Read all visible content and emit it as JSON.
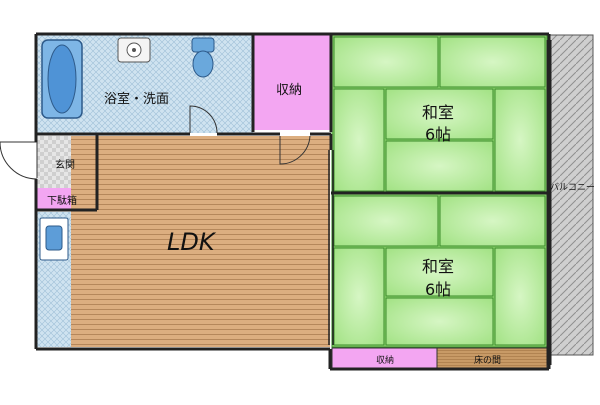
{
  "rooms": {
    "bath": "浴室・洗面",
    "storage_top": "収納",
    "washitsu1": {
      "name": "和室",
      "size": "6帖"
    },
    "washitsu2": {
      "name": "和室",
      "size": "6帖"
    },
    "entrance": "玄関",
    "shoe_box": "下駄箱",
    "ldk": "LDK",
    "storage_bottom": "収納",
    "tokonoma": "床の間",
    "balcony": "バルコニー"
  },
  "colors": {
    "tatami": "#a8e58a",
    "tatami_border": "#3a8a2a",
    "tile": "#cfe3f0",
    "storage": "#f3a6f2",
    "wood": "#d8a878",
    "wall": "#222222",
    "balcony": "#c9c9c9"
  }
}
